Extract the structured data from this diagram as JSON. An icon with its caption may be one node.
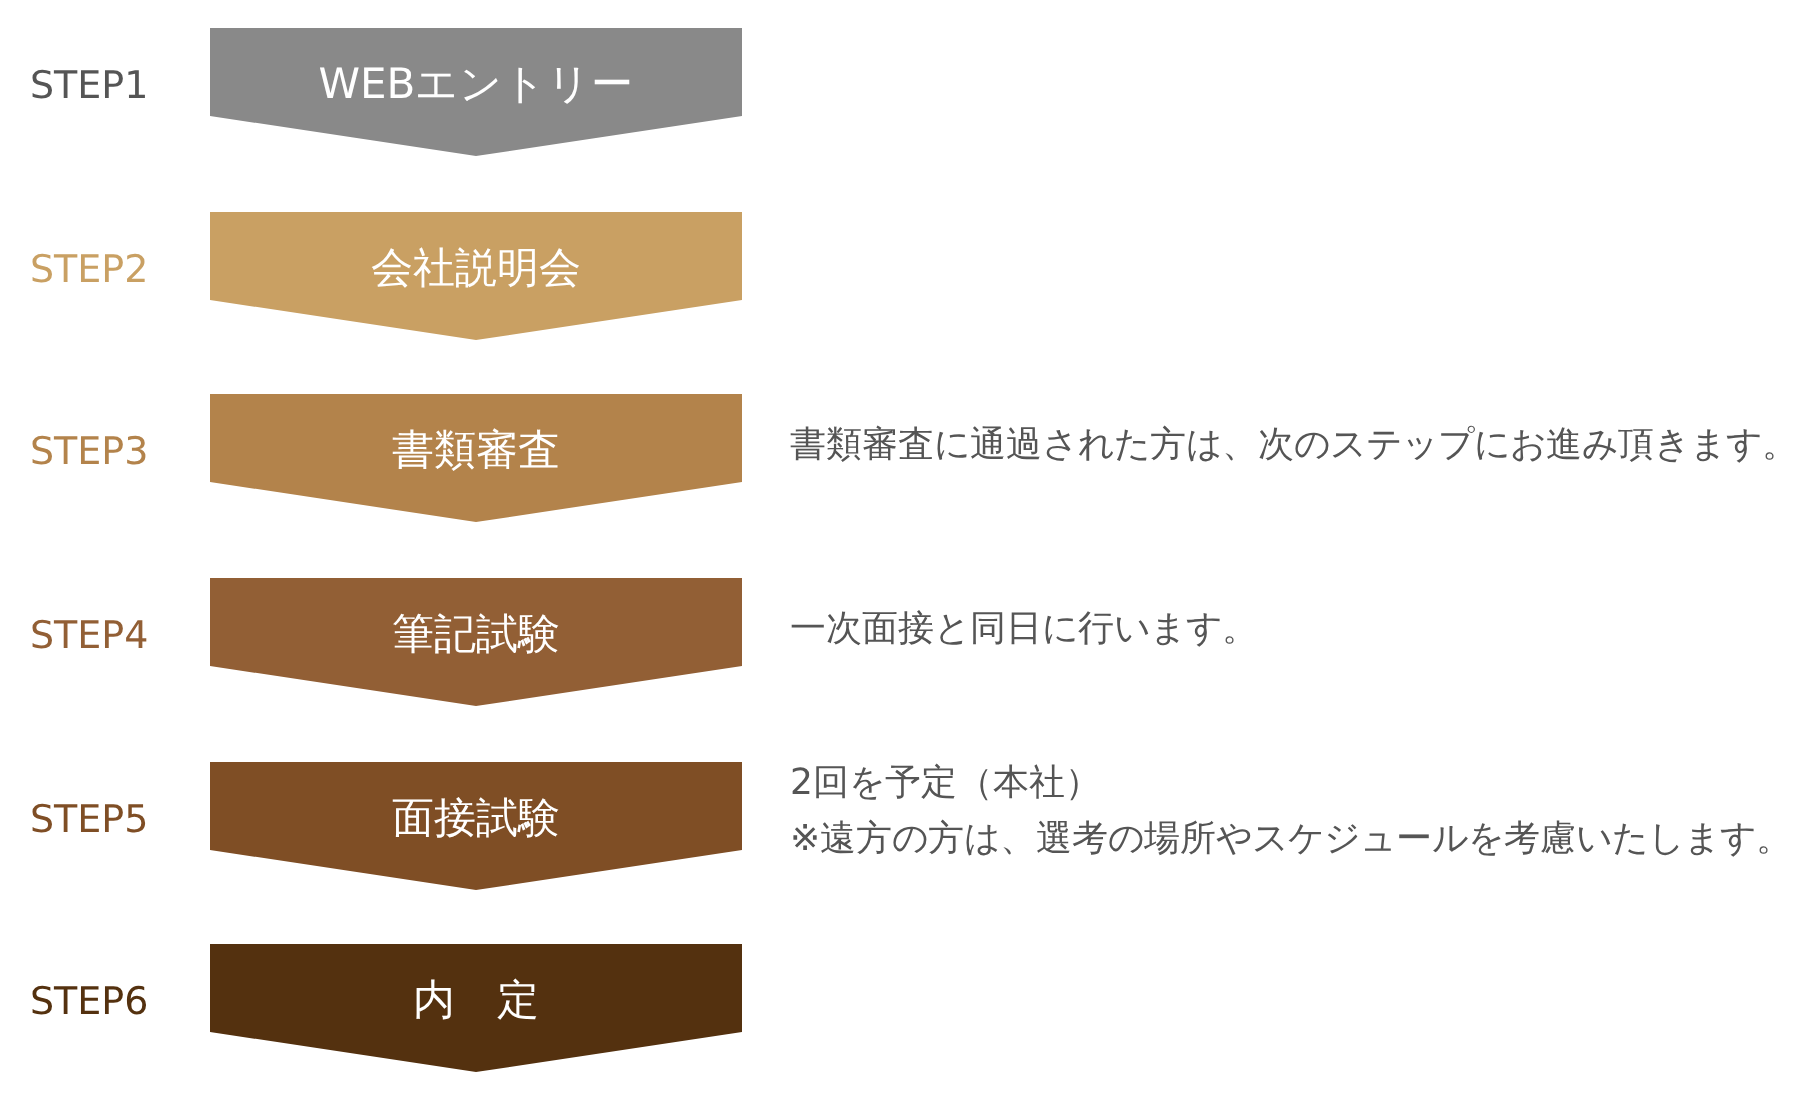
{
  "diagram": {
    "nodes": [
      {
        "text": [
          "WEBエントリー"
        ],
        "beside": [
          "STEP1"
        ]
      },
      {
        "text": [
          "会社説明会"
        ],
        "beside": [
          "STEP2"
        ]
      },
      {
        "text": [
          "書類審査"
        ],
        "beside": [
          "STEP3",
          "書類審査に通過された方は、次のステップにお進み頂きます。"
        ]
      },
      {
        "text": [
          "筆記試験"
        ],
        "beside": [
          "STEP4",
          "一次面接と同日に行います。"
        ]
      },
      {
        "text": [
          "面接試験"
        ],
        "beside": [
          "STEP5",
          "2回を予定（本社）",
          "※遠方の方は、選考の場所やスケジュールを考慮いたします。"
        ]
      },
      {
        "text": [
          "内　定"
        ],
        "beside": [
          "STEP6"
        ]
      }
    ]
  }
}
